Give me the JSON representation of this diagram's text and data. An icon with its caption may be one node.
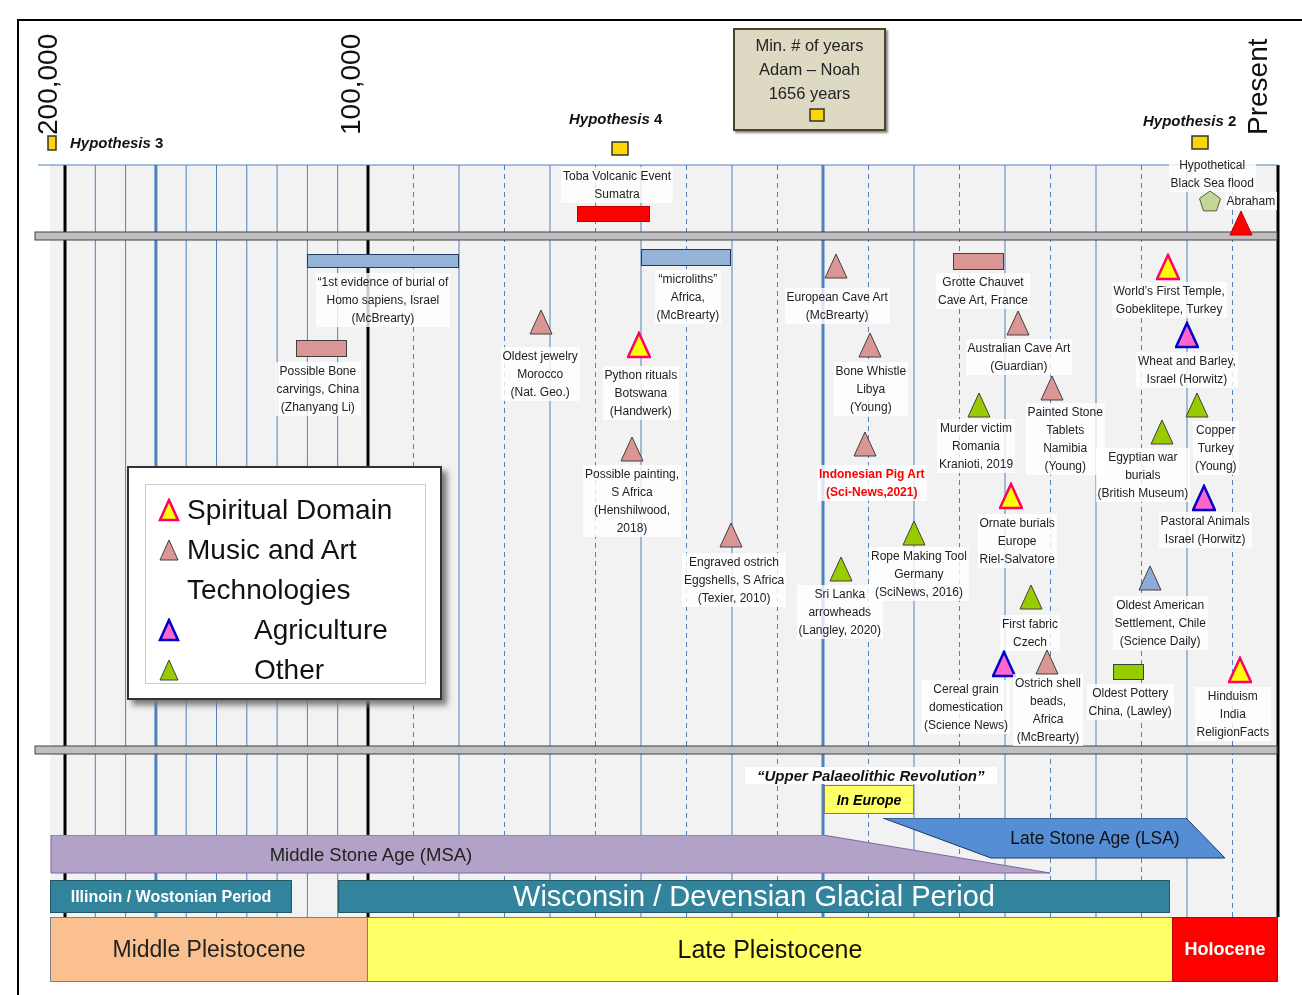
{
  "diagram": {
    "nodes": [
      {
        "text": [
          "Min. # of years Adam – Noah 1656 years"
        ]
      },
      {
        "text": [
          "Toba Volcanic Event Sumatra"
        ]
      },
      {
        "text": [
          "Hypothetical Black Sea flood"
        ]
      },
      {
        "text": [
          "Abraham"
        ]
      },
      {
        "text": [
          "“1st evidence of burial of Homo sapiens, Israel (McBrearty)"
        ]
      },
      {
        "text": [
          "Possible Bone carvings, China (Zhanyang Li)"
        ]
      },
      {
        "text": [
          "Oldest jewelry Morocco (Nat. Geo.)"
        ]
      },
      {
        "text": [
          "“microliths” Africa, (McBrearty)"
        ]
      },
      {
        "text": [
          "Python rituals Botswana (Handwerk)"
        ]
      },
      {
        "text": [
          "Possible painting, S Africa (Henshilwood, 2018)"
        ]
      },
      {
        "text": [
          "Engraved ostrich Eggshells, S Africa (Texier, 2010)"
        ]
      },
      {
        "text": [
          "European Cave Art (McBrearty)"
        ]
      },
      {
        "text": [
          "Bone Whistle Libya (Young)"
        ]
      },
      {
        "text": [
          "Indonesian Pig Art (Sci-News,2021)"
        ]
      },
      {
        "text": [
          "Sri Lanka arrowheads (Langley, 2020)"
        ]
      },
      {
        "text": [
          "Rope Making Tool Germany (SciNews, 2016)"
        ]
      },
      {
        "text": [
          "Grotte Chauvet Cave Art, France"
        ]
      },
      {
        "text": [
          "Australian Cave Art (Guardian)"
        ]
      },
      {
        "text": [
          "Murder victim Romania Kranioti, 2019"
        ]
      },
      {
        "text": [
          "Painted Stone Tablets Namibia (Young)"
        ]
      },
      {
        "text": [
          "Ornate burials Europe Riel-Salvatore"
        ]
      },
      {
        "text": [
          "First fabric Czech"
        ]
      },
      {
        "text": [
          "Cereal grain domestication (Science News)"
        ]
      },
      {
        "text": [
          "Ostrich shell beads, Africa (McBrearty)"
        ]
      },
      {
        "text": [
          "World’s First Temple, Gobeklitepe, Turkey"
        ]
      },
      {
        "text": [
          "Wheat and Barley, Israel (Horwitz)"
        ]
      },
      {
        "text": [
          "Copper Turkey (Young)"
        ]
      },
      {
        "text": [
          "Egyptian war burials (British Museum)"
        ]
      },
      {
        "text": [
          "Pastoral Animals Israel (Horwitz)"
        ]
      },
      {
        "text": [
          "Oldest American Settlement, Chile (Science Daily)"
        ]
      },
      {
        "text": [
          "Oldest Pottery China, (Lawley)"
        ]
      },
      {
        "text": [
          "Hinduism India ReligionFacts"
        ]
      },
      {
        "text": [
          "In Europe"
        ]
      },
      {
        "text": [
          "Late Stone Age (LSA)"
        ]
      },
      {
        "text": [
          "Middle Stone Age (MSA)"
        ]
      },
      {
        "text": [
          "Illinoin / Wostonian Period"
        ]
      },
      {
        "text": [
          "Wisconsin / Devensian Glacial Period"
        ]
      },
      {
        "text": [
          "Middle Pleistocene"
        ]
      },
      {
        "text": [
          "Late Pleistocene"
        ]
      },
      {
        "text": [
          "Holocene"
        ]
      },
      {
        "text": [],
        "shape": "bar"
      },
      {
        "text": [],
        "shape": "bar"
      },
      {
        "text": [],
        "shape": "bar"
      },
      {
        "text": [],
        "shape": "bar"
      },
      {
        "text": [],
        "shape": "bar"
      },
      {
        "text": [],
        "shape": "bar"
      }
    ],
    "labels": [
      "200,000",
      "100,000",
      "Present",
      "*Hypothesis* 3",
      "*Hypothesis* 4",
      "*Hypothesis* 2",
      "“Upper Palaeolithic Revolution”"
    ],
    "legend": [
      {
        "text": "Spiritual Domain"
      },
      {
        "text": "Music and Art"
      },
      {
        "text": "Technologies"
      },
      {
        "text": "Agriculture"
      },
      {
        "text": "Other"
      }
    ]
  }
}
